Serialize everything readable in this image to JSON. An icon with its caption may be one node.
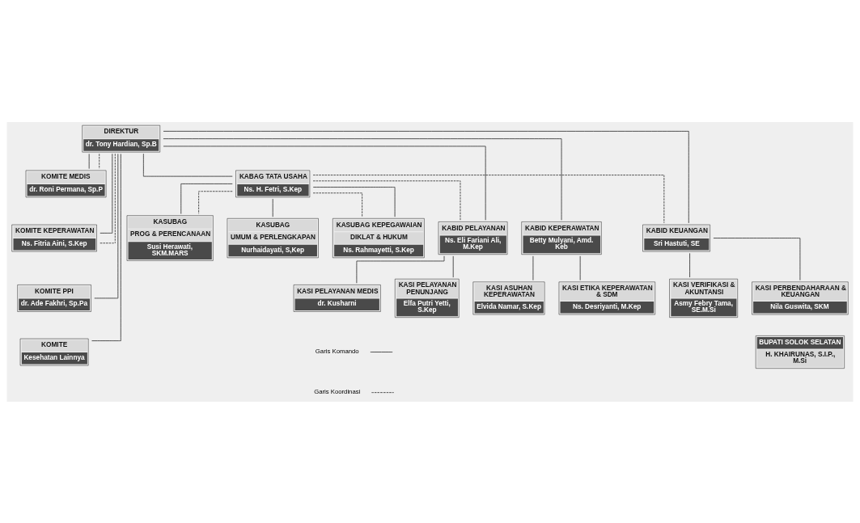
{
  "diagram": {
    "nodes": [
      {
        "text": [
          "DIREKTUR",
          "dr. Tony Hardian, Sp.B"
        ]
      },
      {
        "text": [
          "KOMITE MEDIS",
          "dr. Roni Permana, Sp.P"
        ]
      },
      {
        "text": [
          "KOMITE KEPERAWATAN",
          "Ns. Fitria Aini, S.Kep"
        ]
      },
      {
        "text": [
          "KOMITE PPI",
          "dr. Ade Fakhri, Sp.Pa"
        ]
      },
      {
        "text": [
          "KOMITE",
          "Kesehatan Lainnya"
        ]
      },
      {
        "text": [
          "KABAG TATA USAHA",
          "Ns. H. Fetri, S.Kep"
        ]
      },
      {
        "text": [
          "KASUBAG",
          "PROG & PERENCANAAN",
          "Susi Herawati, SKM.MARS"
        ]
      },
      {
        "text": [
          "KASUBAG",
          "UMUM & PERLENGKAPAN",
          "Nurhaidayati, S,Kep"
        ]
      },
      {
        "text": [
          "KASUBAG KEPEGAWAIAN",
          "DIKLAT & HUKUM",
          "Ns. Rahmayetti, S.Kep"
        ]
      },
      {
        "text": [
          "KABID PELAYANAN",
          "Ns. Eli Fariani Ali, M.Kep"
        ]
      },
      {
        "text": [
          "KABID KEPERAWATAN",
          "Betty Mulyani, Amd. Keb"
        ]
      },
      {
        "text": [
          "KABID KEUANGAN",
          "Sri Hastuti, SE"
        ]
      },
      {
        "text": [
          "KASI PELAYANAN MEDIS",
          "dr. Kusharni"
        ]
      },
      {
        "text": [
          "KASI PELAYANAN PENUNJANG",
          "Elfa Putri Yetti, S.Kep"
        ]
      },
      {
        "text": [
          "KASI ASUHAN KEPERAWATAN",
          "Elvida Namar, S.Kep"
        ]
      },
      {
        "text": [
          "KASI ETIKA KEPERAWATAN & SDM",
          "Ns. Desriyanti, M.Kep"
        ]
      },
      {
        "text": [
          "KASI VERIFIKASI & AKUNTANSI",
          "Asmy Febry Tama, SE.M.Si"
        ]
      },
      {
        "text": [
          "KASI PERBENDAHARAAN & KEUANGAN",
          "Nila Guswita, SKM"
        ]
      },
      {
        "text": [
          "BUPATI SOLOK SELATAN",
          "H. KHAIRUNAS, S.I.P., M.Si"
        ]
      }
    ],
    "edges": [
      {
        "from": 0,
        "to": 1,
        "arrow": "none"
      },
      {
        "from": 0,
        "to": 1,
        "arrow": "none",
        "style": "dashed"
      },
      {
        "from": 0,
        "to": 2,
        "arrow": "none"
      },
      {
        "from": 0,
        "to": 2,
        "arrow": "none",
        "style": "dashed"
      },
      {
        "from": 0,
        "to": 3,
        "arrow": "none"
      },
      {
        "from": 0,
        "to": 4,
        "arrow": "none"
      },
      {
        "from": 0,
        "to": 5,
        "arrow": "none"
      },
      {
        "from": 5,
        "to": 6,
        "arrow": "none"
      },
      {
        "from": 5,
        "to": 6,
        "arrow": "none",
        "style": "dashed"
      },
      {
        "from": 5,
        "to": 7,
        "arrow": "none"
      },
      {
        "from": 5,
        "to": 8,
        "arrow": "none"
      },
      {
        "from": 5,
        "to": 8,
        "arrow": "none",
        "style": "dashed"
      },
      {
        "from": 0,
        "to": 9,
        "arrow": "none"
      },
      {
        "from": 0,
        "to": 10,
        "arrow": "none"
      },
      {
        "from": 0,
        "to": 11,
        "arrow": "none"
      },
      {
        "from": 5,
        "to": 9,
        "arrow": "none",
        "style": "dashed"
      },
      {
        "from": 5,
        "to": 11,
        "arrow": "none",
        "style": "dashed"
      },
      {
        "from": 9,
        "to": 12,
        "arrow": "none"
      },
      {
        "from": 9,
        "to": 13,
        "arrow": "none"
      },
      {
        "from": 10,
        "to": 14,
        "arrow": "none"
      },
      {
        "from": 10,
        "to": 15,
        "arrow": "none"
      },
      {
        "from": 11,
        "to": 16,
        "arrow": "none"
      },
      {
        "from": 11,
        "to": 17,
        "arrow": "none"
      }
    ],
    "legend": [
      {
        "text": "Garis Komando"
      },
      {
        "text": "Garis Koordinasi"
      }
    ]
  }
}
